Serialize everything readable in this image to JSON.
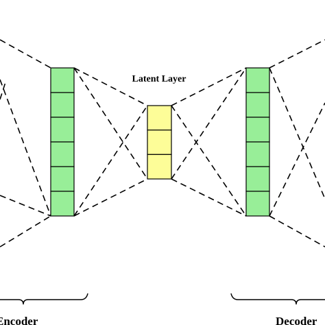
{
  "labels": {
    "latent": "Latent Layer",
    "encoder": "Encoder",
    "decoder": "Decoder"
  },
  "layers": {
    "encoder_cells": 6,
    "latent_cells": 3,
    "decoder_cells": 6
  },
  "colors": {
    "encoder_fill": "#98ee98",
    "latent_fill": "#fdfd98",
    "decoder_fill": "#98ee98",
    "stroke": "#000000"
  }
}
